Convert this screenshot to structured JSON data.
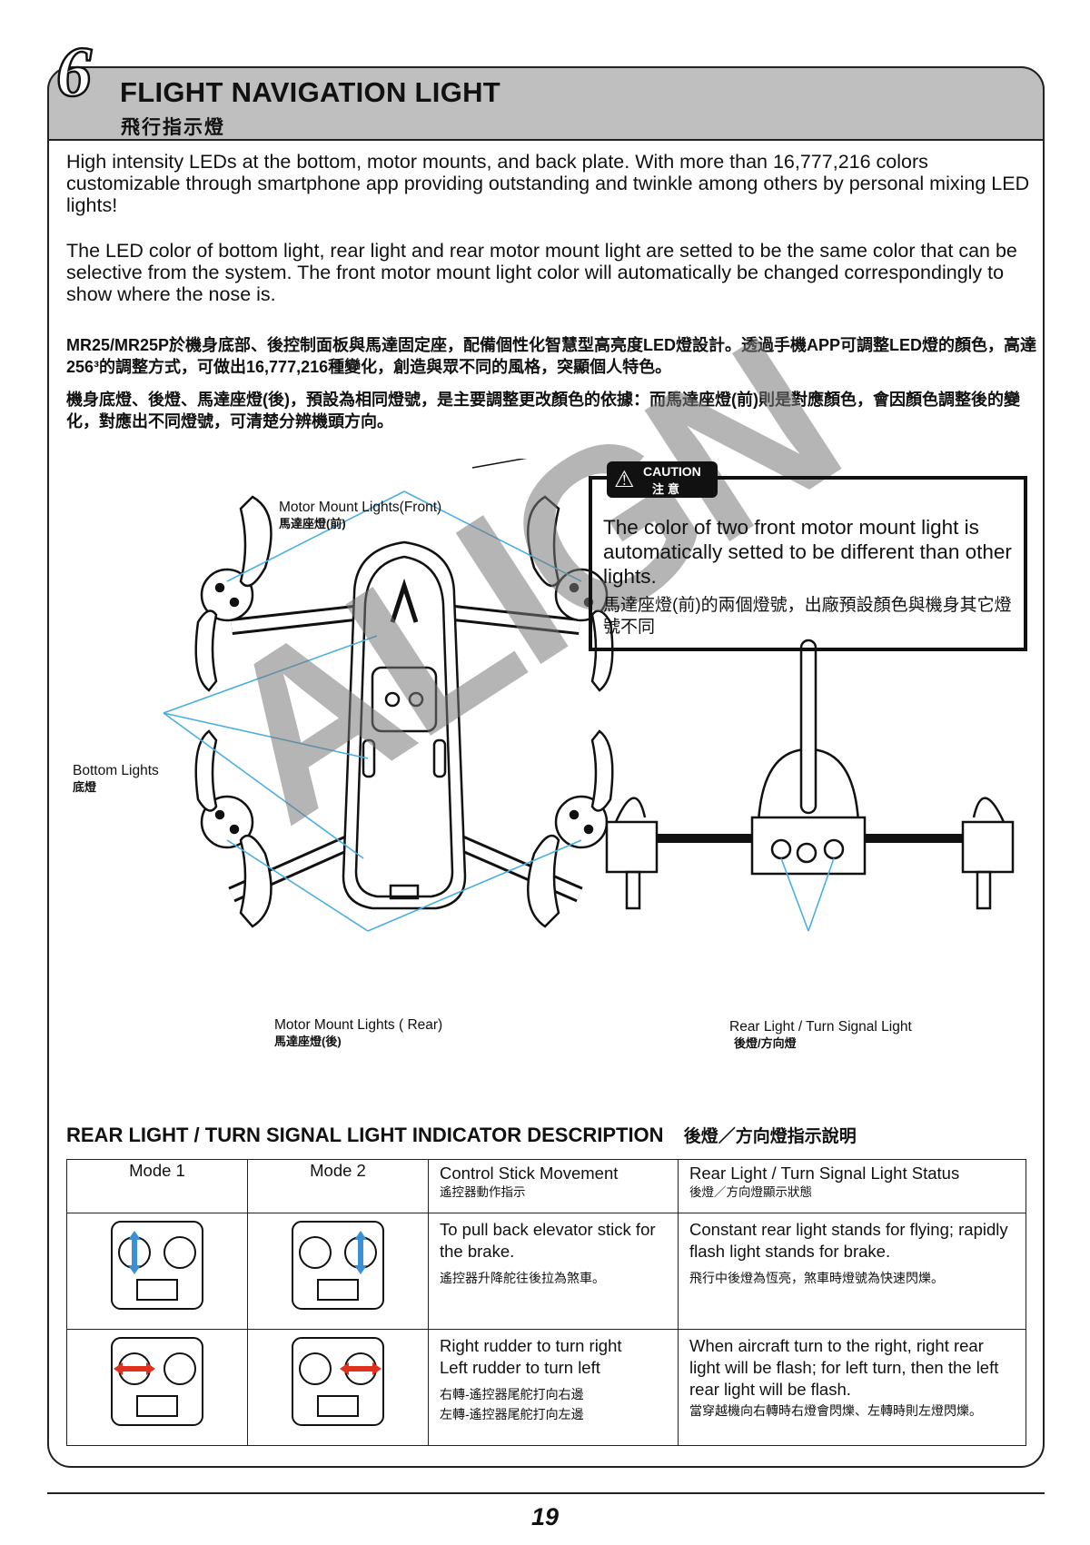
{
  "header": {
    "section_number": "6",
    "title_en": "FLIGHT NAVIGATION LIGHT",
    "title_cn": "飛行指示燈"
  },
  "intro": {
    "paragraph1": "High intensity LEDs at the bottom, motor mounts, and back plate.  With more than 16,777,216 colors customizable through smartphone app providing outstanding and twinkle among others by personal mixing LED lights!",
    "paragraph2": "The LED color of bottom light, rear light and rear motor mount light are setted to be the same color that can be selective from the system.  The front motor mount light color will automatically be changed correspondingly to show where the nose is.",
    "paragraph3_cn": "MR25/MR25P於機身底部、後控制面板與馬達固定座，配備個性化智慧型高亮度LED燈設計。透過手機APP可調整LED燈的顏色，高達256³的調整方式，可做出16,777,216種變化，創造與眾不同的風格，突顯個人特色。",
    "paragraph4_cn": "機身底燈、後燈、馬達座燈(後)，預設為相同燈號，是主要調整更改顏色的依據：而馬達座燈(前)則是對應顏色，會因顏色調整後的變化，對應出不同燈號，可清楚分辨機頭方向。"
  },
  "diagram": {
    "label_front_en": "Motor Mount Lights(Front)",
    "label_front_cn": "馬達座燈(前)",
    "label_bottom_en": "Bottom Lights",
    "label_bottom_cn": "底燈",
    "label_rear_en": "Motor Mount Lights ( Rear)",
    "label_rear_cn": "馬達座燈(後)",
    "label_rearlight_en": "Rear Light / Turn Signal Light",
    "label_rearlight_cn": "後燈/方向燈",
    "watermark": "ALIGN"
  },
  "caution": {
    "tag_en": "CAUTION",
    "tag_cn": "注意",
    "text_en": "The color of two front motor mount light is automatically setted to be different than other lights.",
    "text_cn": "馬達座燈(前)的兩個燈號，出廠預設顏色與機身其它燈號不同"
  },
  "indicator": {
    "title_en": "REAR LIGHT / TURN SIGNAL LIGHT INDICATOR DESCRIPTION",
    "title_cn": "後燈／方向燈指示說明",
    "headers": {
      "mode1": "Mode 1",
      "mode2": "Mode 2",
      "movement_en": "Control Stick Movement",
      "movement_cn": "遙控器動作指示",
      "status_en": "Rear Light / Turn Signal Light Status",
      "status_cn": "後燈／方向燈顯示狀態"
    },
    "rows": [
      {
        "movement_en": "To pull back elevator stick for the brake.",
        "movement_cn": "遙控器升降舵往後拉為煞車。",
        "status_en": "Constant rear light stands for flying; rapidly flash light stands for brake.",
        "status_cn": "飛行中後燈為恆亮，煞車時燈號為快速閃爍。"
      },
      {
        "movement_en_1": "Right rudder to turn right",
        "movement_en_2": "Left rudder to turn left",
        "movement_cn_1": "右轉-遙控器尾舵打向右邊",
        "movement_cn_2": "左轉-遙控器尾舵打向左邊",
        "status_en": "When aircraft turn to the right, right rear light will be flash; for left turn, then the left rear light will be flash.",
        "status_cn": "當穿越機向右轉時右燈會閃爍、左轉時則左燈閃爍。"
      }
    ]
  },
  "footer": {
    "page_number": "19"
  },
  "colors": {
    "leader_line": "#4aaee0",
    "arrow_blue": "#3a8fd6",
    "arrow_red": "#e0301e",
    "header_band": "#bfbfbf"
  }
}
